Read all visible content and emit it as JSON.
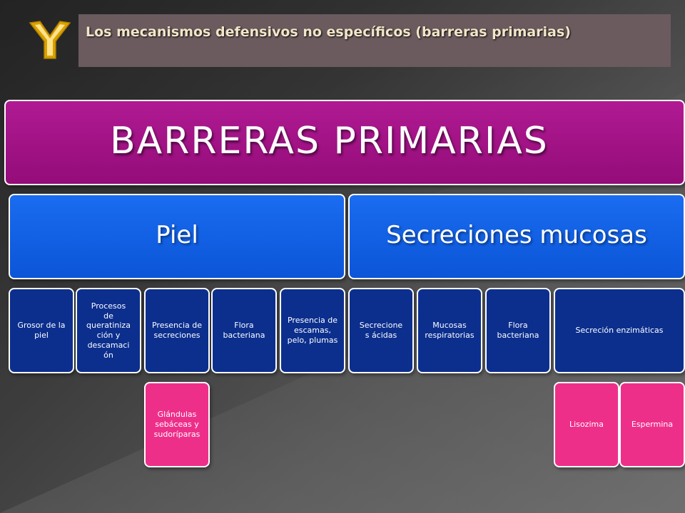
{
  "header": {
    "title": "Los mecanismos defensivos no específicos (barreras primarias)",
    "logo_colors": {
      "outer": "#d9a200",
      "inner": "#ffe38a"
    }
  },
  "diagram": {
    "root": {
      "label": "BARRERAS PRIMARIAS",
      "color": "#a31487"
    },
    "branches": [
      {
        "label": "Piel",
        "color": "#0d5ddf",
        "children": [
          {
            "label": "Grosor de la piel"
          },
          {
            "label": "Procesos de queratinización y descamación",
            "display": "Procesos\nde\nqueratiniza\nción y\ndescamaci\nón"
          },
          {
            "label": "Presencia de secreciones",
            "children": [
              {
                "label": "Glándulas sebáceas y sudoríparas"
              }
            ]
          },
          {
            "label": "Flora bacteriana"
          },
          {
            "label": "Presencia de escamas, pelo, plumas"
          }
        ]
      },
      {
        "label": "Secreciones mucosas",
        "color": "#0d5ddf",
        "children": [
          {
            "label": "Secreciones ácidas",
            "display": "Secrecione\ns ácidas"
          },
          {
            "label": "Mucosas respiratorias"
          },
          {
            "label": "Flora bacteriana"
          },
          {
            "label": "Secreción enzimáticas",
            "children": [
              {
                "label": "Lisozima"
              },
              {
                "label": "Espermina"
              }
            ]
          }
        ]
      }
    ],
    "colors": {
      "leaf": "#0c2f8e",
      "subleaf": "#ee2f8a"
    }
  }
}
